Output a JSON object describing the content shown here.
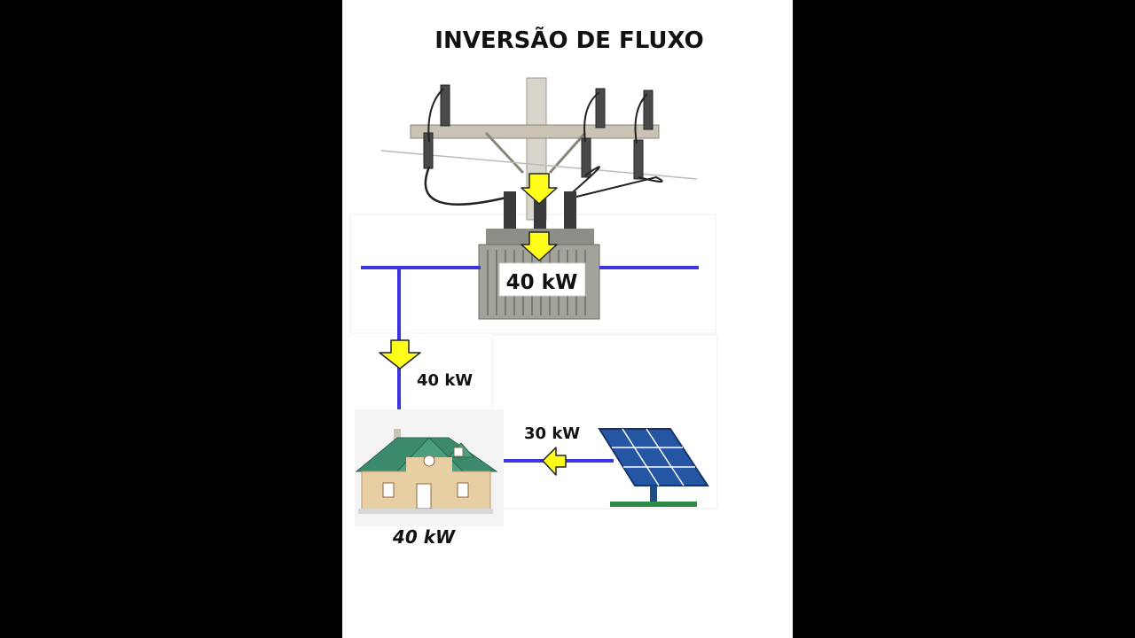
{
  "title": "INVERSÃO DE FLUXO",
  "labels": {
    "transformer_power": "40 kW",
    "grid_branch_power": "40 kW",
    "solar_power": "30 kW",
    "house_power": "40 kW"
  },
  "colors": {
    "line": "#3a35e0",
    "arrow_fill": "#ffff1a",
    "arrow_stroke": "#222222",
    "background": "#ffffff",
    "letterbox": "#000000"
  },
  "icons": {
    "pole": "utility-pole-icon",
    "transformer": "transformer-icon",
    "house": "house-icon",
    "solar": "solar-panel-icon"
  }
}
